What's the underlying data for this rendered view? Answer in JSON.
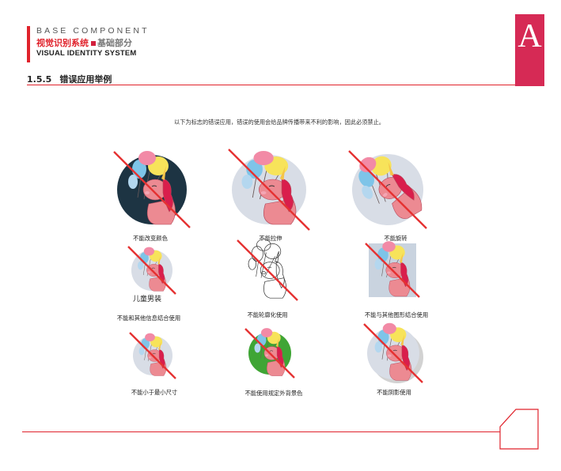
{
  "header": {
    "base_component": "BASE COMPONENT",
    "title_cn": "视觉识别系统",
    "subtitle_cn": "基础部分",
    "title_en": "VISUAL IDENTITY SYSTEM",
    "badge_letter": "A"
  },
  "section": {
    "number": "1.5.5",
    "title": "错误应用举例"
  },
  "intro_text": "以下为标志的错误应用，错误的使用会给品牌传播带来不利的影响，因此必须禁止。",
  "examples": [
    {
      "caption": "不能改变颜色",
      "variant": "dark-background"
    },
    {
      "caption": "不能拉伸",
      "variant": "stretched"
    },
    {
      "caption": "不能旋转",
      "variant": "rotated"
    },
    {
      "caption": "不能和其他信息结合使用",
      "extra_text": "儿童男装",
      "variant": "with-text"
    },
    {
      "caption": "不能轮廓化使用",
      "variant": "outline"
    },
    {
      "caption": "不能与其他图形结合使用",
      "variant": "with-shape"
    },
    {
      "caption": "不能小于最小尺寸",
      "variant": "too-small"
    },
    {
      "caption": "不能使用规定外背景色",
      "variant": "green-background"
    },
    {
      "caption": "不能阴影使用",
      "variant": "shadow"
    }
  ],
  "colors": {
    "accent_red": "#e0222b",
    "badge_pink": "#d62a55",
    "circle_gray": "#d8dde6",
    "dark_navy": "#1d3443",
    "green": "#3fa535",
    "unicorn_pink": "#ec8a92",
    "mane_red": "#d91e4c"
  }
}
